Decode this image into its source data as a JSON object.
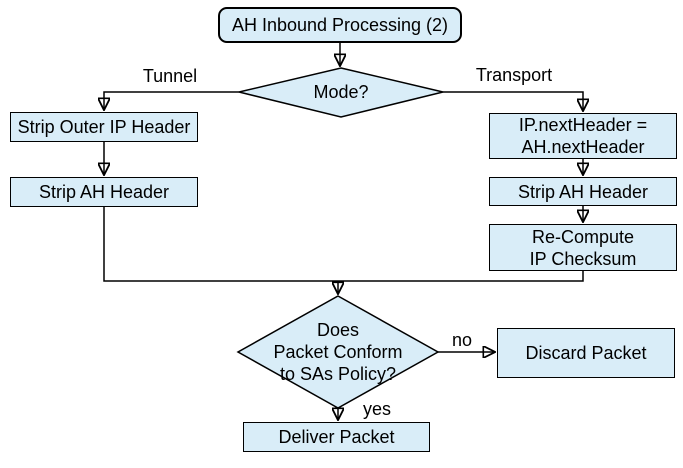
{
  "flowchart": {
    "title": "AH Inbound Processing (2)",
    "decisions": {
      "mode": "Mode?",
      "policy": "Does\nPacket Conform\nto SAs Policy?"
    },
    "branches": {
      "tunnel": {
        "label": "Tunnel",
        "steps": [
          "Strip Outer IP Header",
          "Strip AH Header"
        ]
      },
      "transport": {
        "label": "Transport",
        "steps": [
          "IP.nextHeader =\nAH.nextHeader",
          "Strip AH Header",
          "Re-Compute\nIP Checksum"
        ]
      }
    },
    "outcomes": {
      "no_label": "no",
      "yes_label": "yes",
      "discard": "Discard Packet",
      "deliver": "Deliver Packet"
    },
    "colors": {
      "node_fill": "#d9edf8",
      "node_border": "#000000",
      "connector": "#000000",
      "background": "#ffffff",
      "text": "#000000"
    }
  }
}
